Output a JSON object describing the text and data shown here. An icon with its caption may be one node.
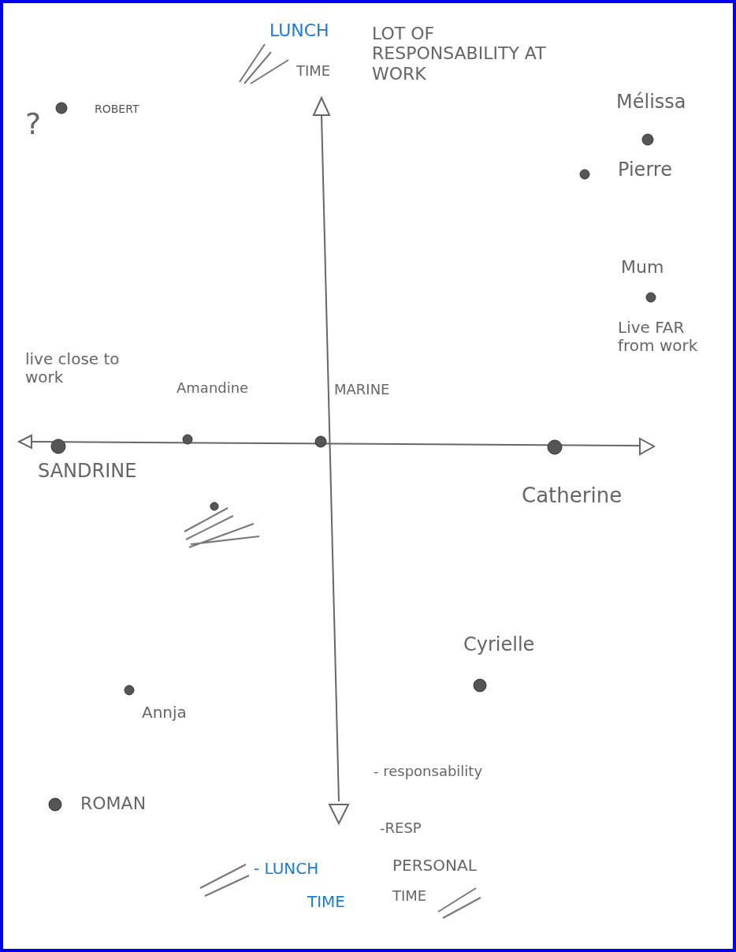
{
  "diagram": {
    "labels": [
      "LUNCH",
      "TIME",
      "LOT OF RESPONSABILITY AT WORK",
      "?",
      "ROBERT",
      "Mélissa",
      "Pierre",
      "Mum",
      "Live FAR from work",
      "live close to work",
      "Amandine",
      "MARINE",
      "SANDRINE",
      "Catherine",
      "Cyrielle",
      "Annja",
      "- responsability",
      "ROMAN",
      "-RESP",
      "- LUNCH",
      "PERSONAL",
      "TIME",
      "TIME"
    ]
  }
}
